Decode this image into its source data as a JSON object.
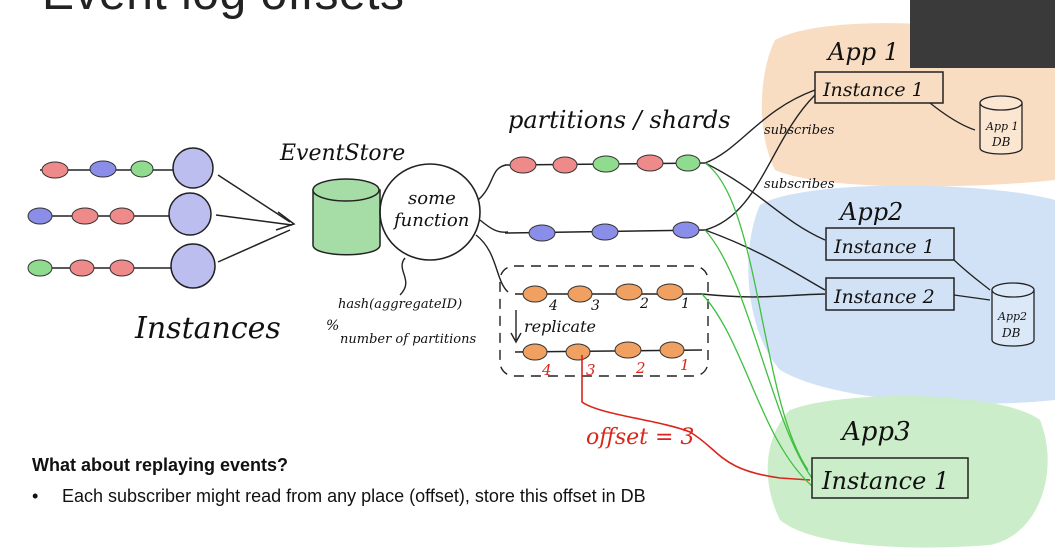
{
  "slide": {
    "title": "Event log offsets",
    "question": "What about replaying events?",
    "bullet": "Each subscriber might read from any place (offset), store this offset in DB"
  },
  "diagram": {
    "instances_label": "Instances",
    "eventstore_label": "EventStore",
    "function_label_1": "some",
    "function_label_2": "function",
    "hash_label_1": "hash(aggregateID)",
    "hash_label_2": "%",
    "hash_label_3": "number of partitions",
    "partitions_label": "partitions / shards",
    "replicate_label": "replicate",
    "offset_label": "offset = 3",
    "subscribes_1": "subscribes",
    "subscribes_2": "subscribes",
    "offsets_top": [
      "4",
      "3",
      "2",
      "1"
    ],
    "offsets_bottom": [
      "4",
      "3",
      "2",
      "1"
    ],
    "app1": {
      "title": "App 1",
      "instance": "Instance 1",
      "db_1": "App 1",
      "db_2": "DB"
    },
    "app2": {
      "title": "App2",
      "instance_1": "Instance 1",
      "instance_2": "Instance 2",
      "db_1": "App2",
      "db_2": "DB"
    },
    "app3": {
      "title": "App3",
      "instance": "Instance 1"
    }
  },
  "colors": {
    "red_event": "#ef8a8a",
    "blue_event": "#8a8ee8",
    "green_event": "#8fdc8f",
    "orange_event": "#f0a060",
    "app1_bg": "#f8d9bc",
    "app2_bg": "#cfe0f6",
    "app3_bg": "#c9ecc7",
    "offset_red": "#d9261c"
  }
}
